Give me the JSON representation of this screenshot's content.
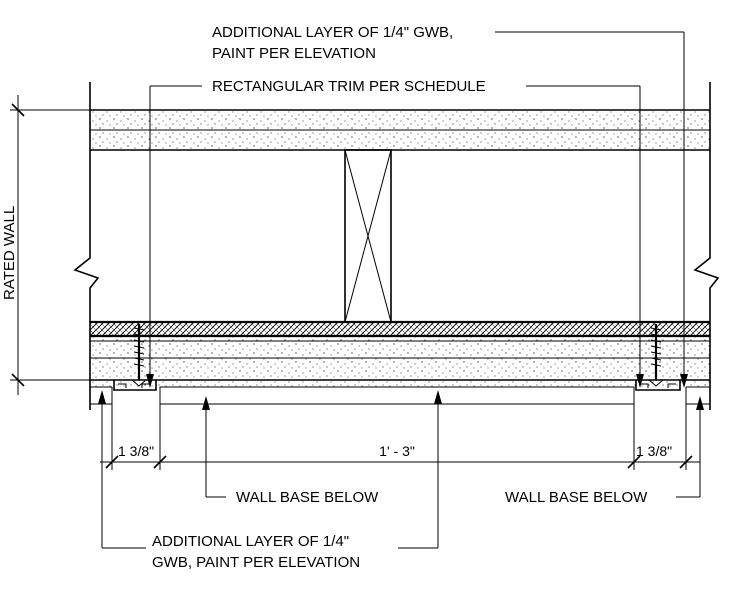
{
  "notes": {
    "top_right_line1": "ADDITIONAL LAYER OF 1/4\" GWB,",
    "top_right_line2": "PAINT PER ELEVATION",
    "trim": "RECTANGULAR TRIM PER SCHEDULE",
    "wall_base_left": "WALL BASE BELOW",
    "wall_base_right": "WALL BASE BELOW",
    "bottom_line1": "ADDITIONAL LAYER OF 1/4\"",
    "bottom_line2": "GWB, PAINT PER ELEVATION",
    "rated_wall": "RATED WALL"
  },
  "dimensions": {
    "left": "1 3/8\"",
    "center": "1' - 3\"",
    "right": "1 3/8\""
  },
  "colors": {
    "line": "#000000",
    "stipple": "#000000",
    "background": "#ffffff"
  }
}
